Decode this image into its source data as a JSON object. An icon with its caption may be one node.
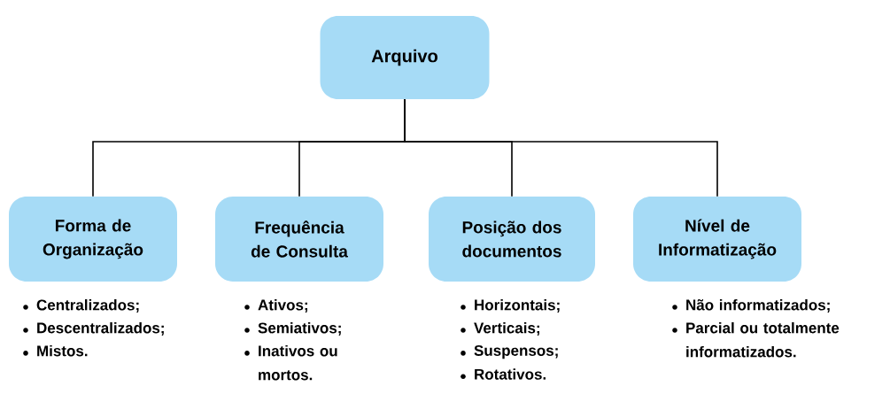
{
  "diagram": {
    "nodes": [
      {
        "text": [
          "Arquivo"
        ]
      },
      {
        "text": [
          "Forma de Organização"
        ],
        "beside": [
          "Centralizados;",
          "Descentralizados;",
          "Mistos."
        ]
      },
      {
        "text": [
          "Frequência de Consulta"
        ],
        "beside": [
          "Ativos;",
          "Semiativos;",
          "Inativos ou mortos."
        ]
      },
      {
        "text": [
          "Posição dos documentos"
        ],
        "beside": [
          "Horizontais;",
          "Verticais;",
          "Suspensos;",
          "Rotativos."
        ]
      },
      {
        "text": [
          "Nível de Informatização"
        ],
        "beside": [
          "Não informatizados;",
          "Parcial ou totalmente informatizados."
        ]
      }
    ],
    "edges": [
      {
        "from": 0,
        "to": 1,
        "arrow": "none"
      },
      {
        "from": 0,
        "to": 2,
        "arrow": "none"
      },
      {
        "from": 0,
        "to": 3,
        "arrow": "none"
      },
      {
        "from": 0,
        "to": 4,
        "arrow": "none"
      }
    ]
  }
}
